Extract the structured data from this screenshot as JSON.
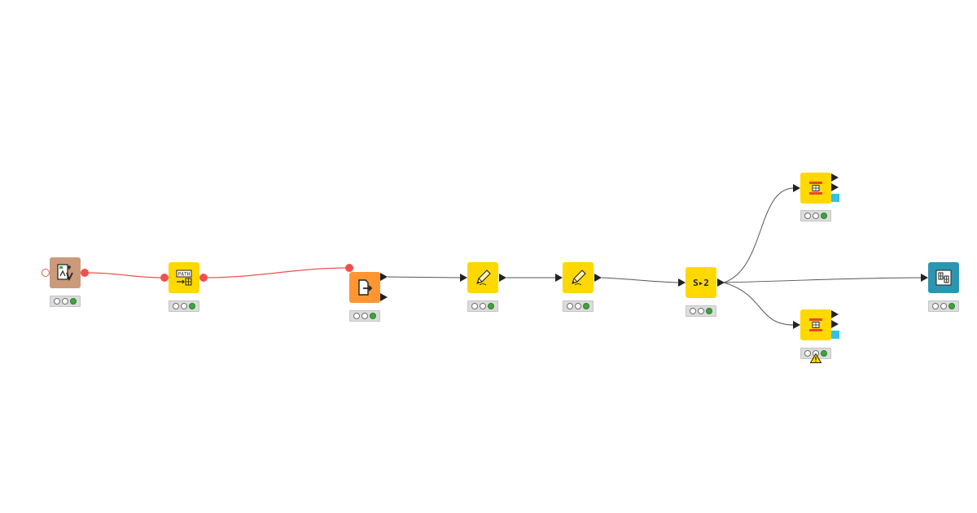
{
  "canvas": {
    "background": "#ffffff"
  },
  "colors": {
    "flow_variable_wire": "#f05050",
    "data_wire": "#555555",
    "port_triangle": "#222222",
    "status_green": "#3da53d",
    "node_brown": "#cb9a7b",
    "node_yellow": "#ffd800",
    "node_orange": "#ff9632",
    "node_teal": "#2c96b0",
    "port_blue": "#2fc3e5"
  },
  "nodes": [
    {
      "id": "n1",
      "icon": "script-variable-icon",
      "color": "#cb9a7b",
      "status": [
        false,
        false,
        true
      ]
    },
    {
      "id": "n2",
      "icon": "path-to-table-icon",
      "color": "#ffd800",
      "status": [
        false,
        false,
        true
      ]
    },
    {
      "id": "n3",
      "icon": "file-export-icon",
      "color": "#ff9632",
      "status": [
        false,
        false,
        true
      ]
    },
    {
      "id": "n4",
      "icon": "pencil-icon",
      "color": "#ffd800",
      "status": [
        false,
        false,
        true
      ]
    },
    {
      "id": "n5",
      "icon": "pencil-icon",
      "color": "#ffd800",
      "status": [
        false,
        false,
        true
      ]
    },
    {
      "id": "n6",
      "icon": "string-to-number-icon",
      "color": "#ffd800",
      "status": [
        false,
        false,
        true
      ]
    },
    {
      "id": "n7",
      "icon": "partition-icon",
      "color": "#ffd800",
      "status": [
        false,
        false,
        true
      ]
    },
    {
      "id": "n8",
      "icon": "table-view-icon",
      "color": "#2c96b0",
      "status": [
        false,
        false,
        true
      ]
    },
    {
      "id": "n9",
      "icon": "partition-icon",
      "color": "#ffd800",
      "status": [
        false,
        false,
        true
      ],
      "warning": true
    }
  ],
  "node_labels": {
    "n6_glyph": "S▸2"
  }
}
